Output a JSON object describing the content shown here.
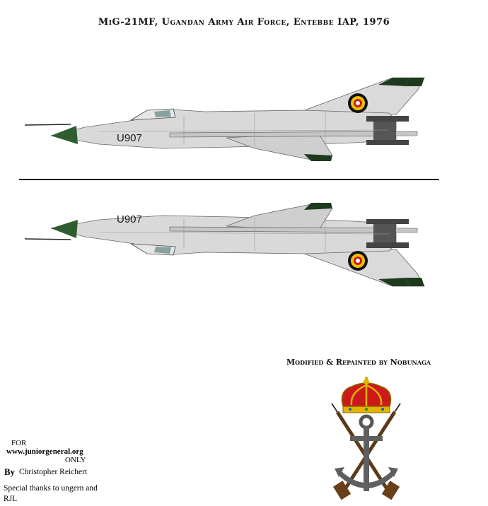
{
  "title": "MiG-21MF, Ugandan Army Air Force, Entebbe IAP, 1976",
  "serial": "U907",
  "credit": "Modified & Repainted by Nobunaga",
  "footer": {
    "for": "FOR",
    "site": "www.juniorgeneral.org",
    "only": "ONLY",
    "by": "By",
    "author": "Christopher Reichert",
    "thanks": "Special thanks to ungern and RJL"
  },
  "colors": {
    "fuselage": "#d9d9d9",
    "panel_lines": "#9a9a9a",
    "dark_green": "#1e3a1e",
    "nose_cone": "#2f5d30",
    "roundel_black": "#111111",
    "roundel_yellow": "#f0c000",
    "roundel_red": "#cc1a1a"
  },
  "icons": [
    "crown-icon",
    "anchor-icon",
    "crossed-rifles-icon"
  ]
}
